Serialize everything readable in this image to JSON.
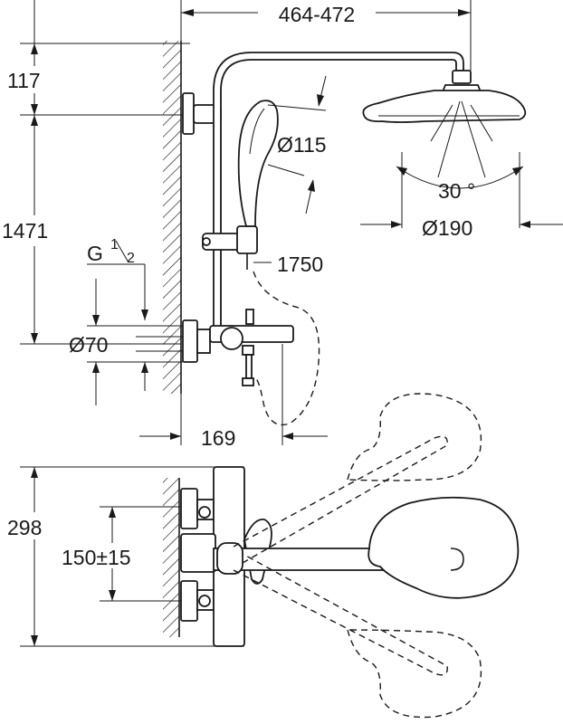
{
  "dimensions": {
    "arm_projection": "464-472",
    "arm_drop": "117",
    "total_height": "1471",
    "head_diameter": "Ø115",
    "rain_diameter": "Ø190",
    "rain_angle": "30 °",
    "hose_length": "1750",
    "thread_g": "G",
    "thread_num": "1",
    "thread_den": "2",
    "rosette_diameter": "Ø70",
    "spout_projection": "169",
    "body_height": "298",
    "center_distance": "150±15"
  }
}
